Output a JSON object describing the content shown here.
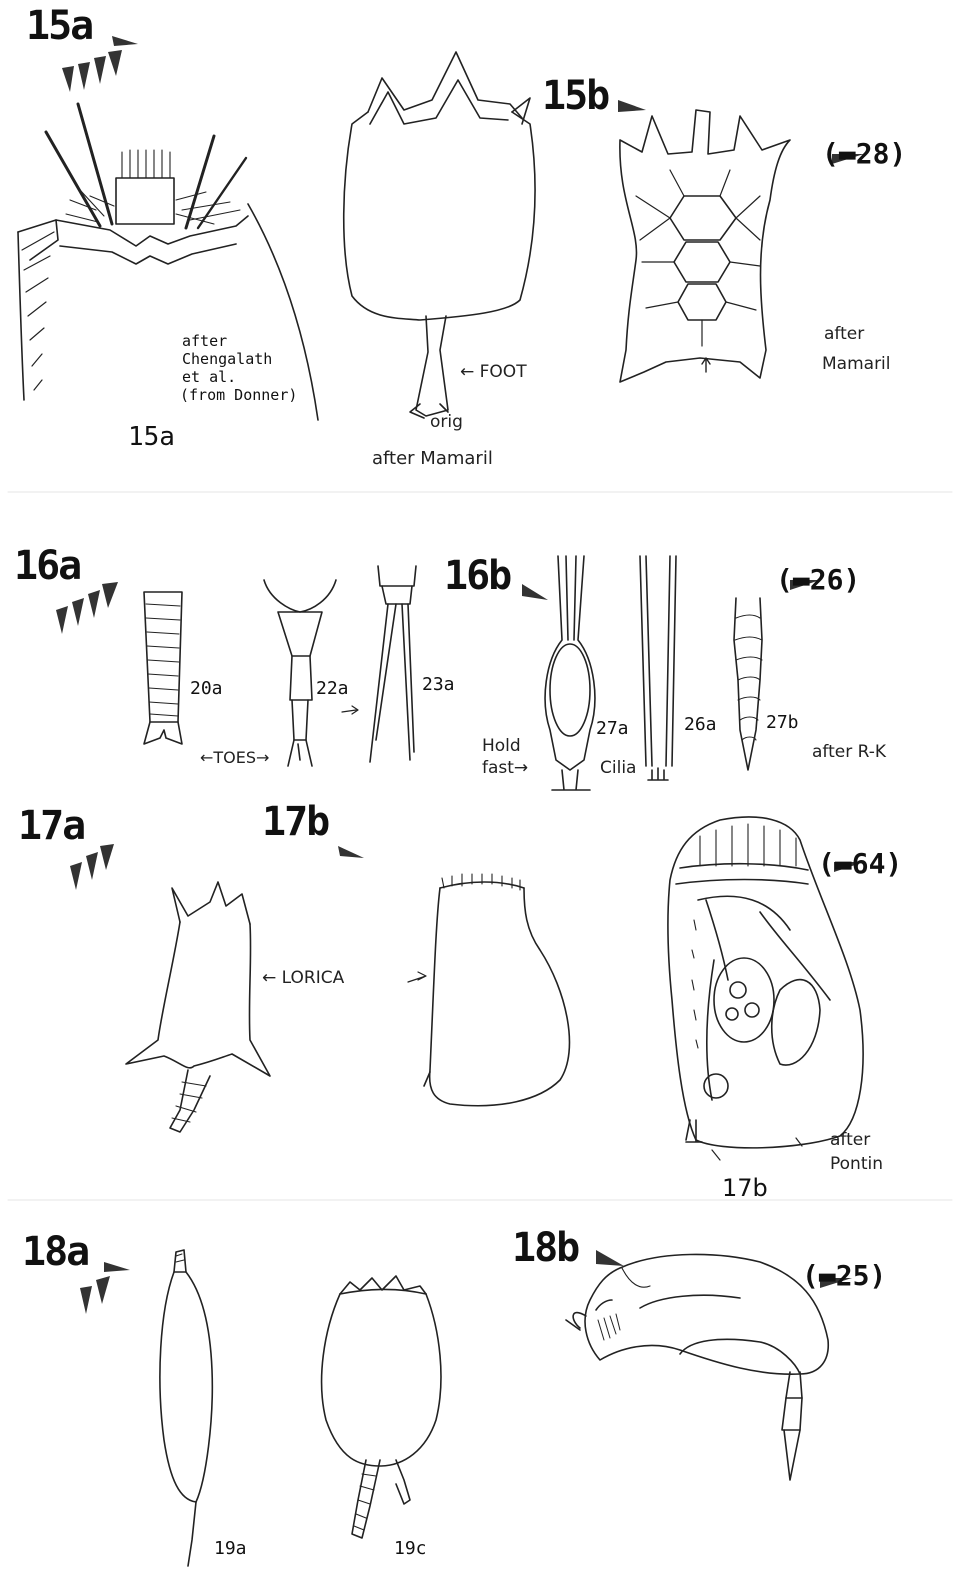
{
  "labels": {
    "fig15a": "15a",
    "fig15a_bottom": "15a",
    "fig15b": "15b",
    "ref28": "(▬28)",
    "after_chengalath": "after",
    "chengalath": "Chengalath",
    "et_al": "et al.",
    "from_donner": "(from Donner)",
    "foot": "← FOOT",
    "orig": "orig",
    "after_mamaril_1": "after Mamaril",
    "after_mamaril_2a": "after",
    "after_mamaril_2b": "Mamaril",
    "fig16a": "16a",
    "fig16b": "16b",
    "ref26": "(▬26)",
    "l20a": "20a",
    "l22a": "22a",
    "l23a": "23a",
    "toes": "←TOES→",
    "hold": "Hold",
    "fast": "fast→",
    "cilia": "Cilia",
    "l27a": "27a",
    "l26a": "26a",
    "l27b": "27b",
    "after_rk": "after R-K",
    "fig17a": "17a",
    "fig17b": "17b",
    "ref64": "(▬64)",
    "lorica": "← LORICA",
    "after_pontin_a": "after",
    "after_pontin_b": "Pontin",
    "fig17b_cap": "17b",
    "fig18a": "18a",
    "fig18b": "18b",
    "ref25": "(▬25)",
    "l19a": "19a",
    "l19c": "19c"
  }
}
